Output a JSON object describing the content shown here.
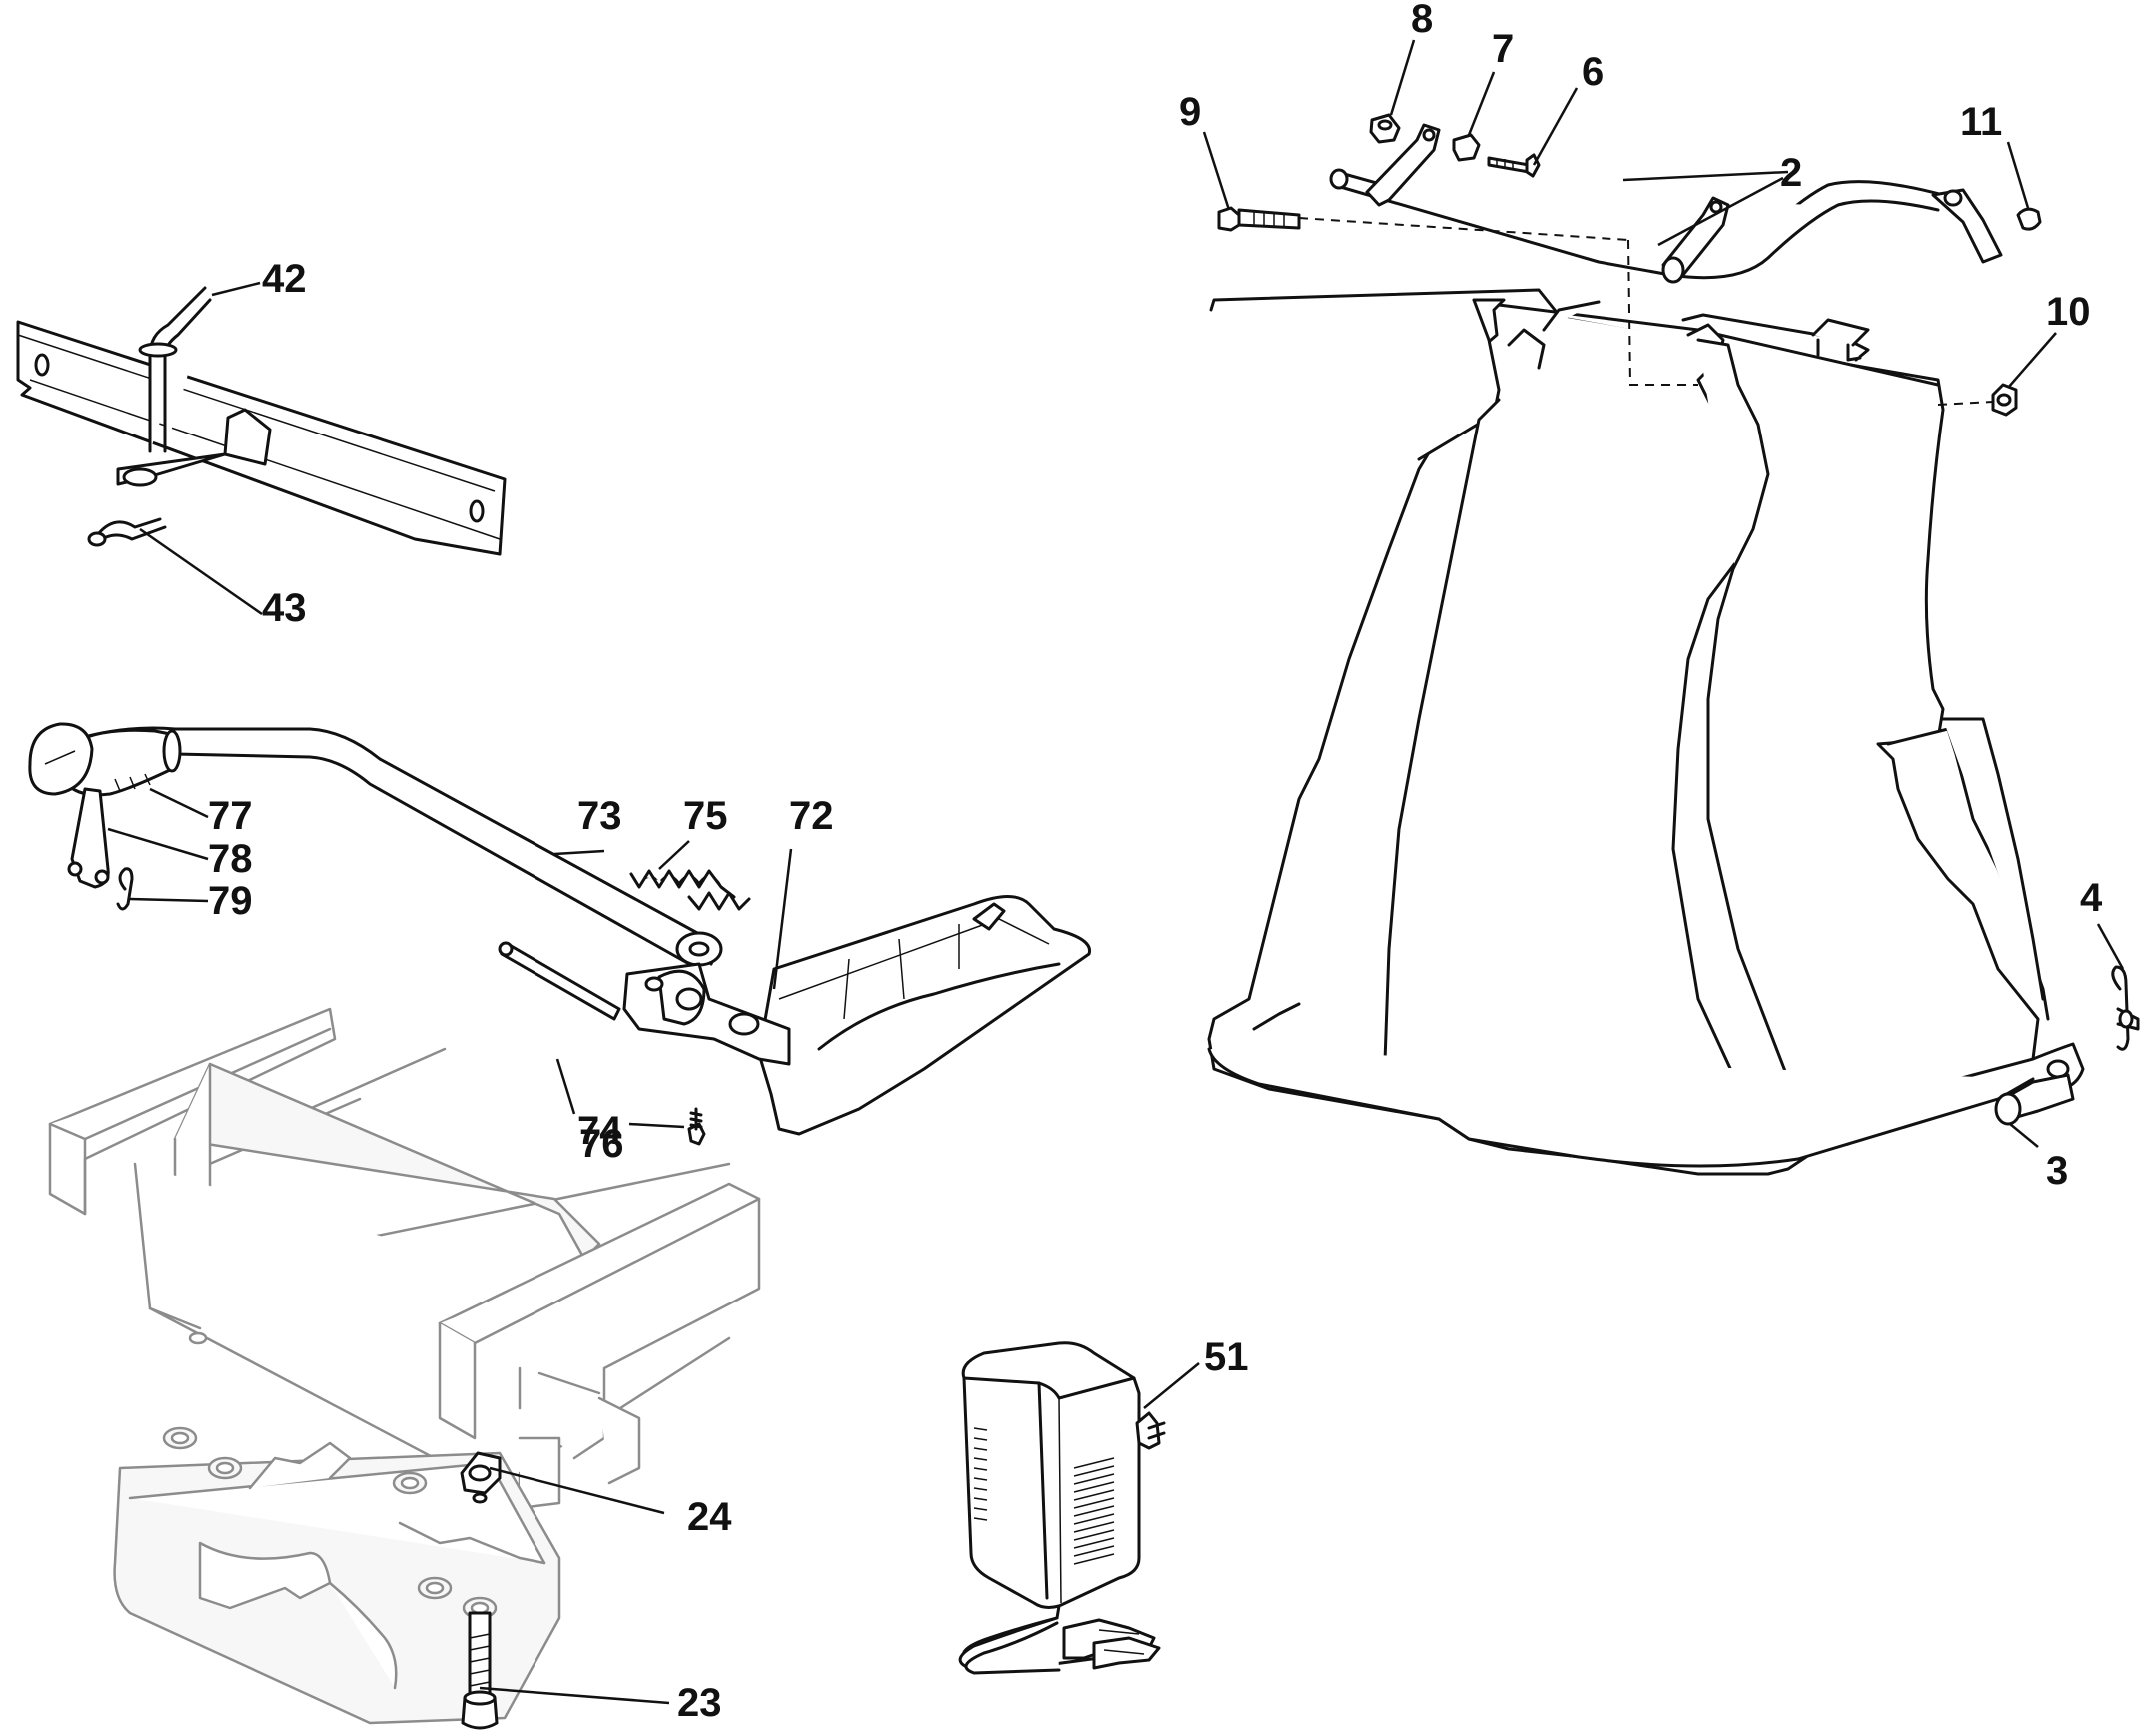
{
  "callouts": {
    "c2": "2",
    "c3": "3",
    "c4": "4",
    "c6": "6",
    "c7": "7",
    "c8": "8",
    "c9": "9",
    "c10": "10",
    "c11": "11",
    "c23": "23",
    "c24": "24",
    "c42": "42",
    "c43": "43",
    "c51": "51",
    "c72": "72",
    "c73": "73",
    "c74": "74",
    "c75": "75",
    "c76": "76",
    "c77": "77",
    "c78": "78",
    "c79": "79"
  }
}
